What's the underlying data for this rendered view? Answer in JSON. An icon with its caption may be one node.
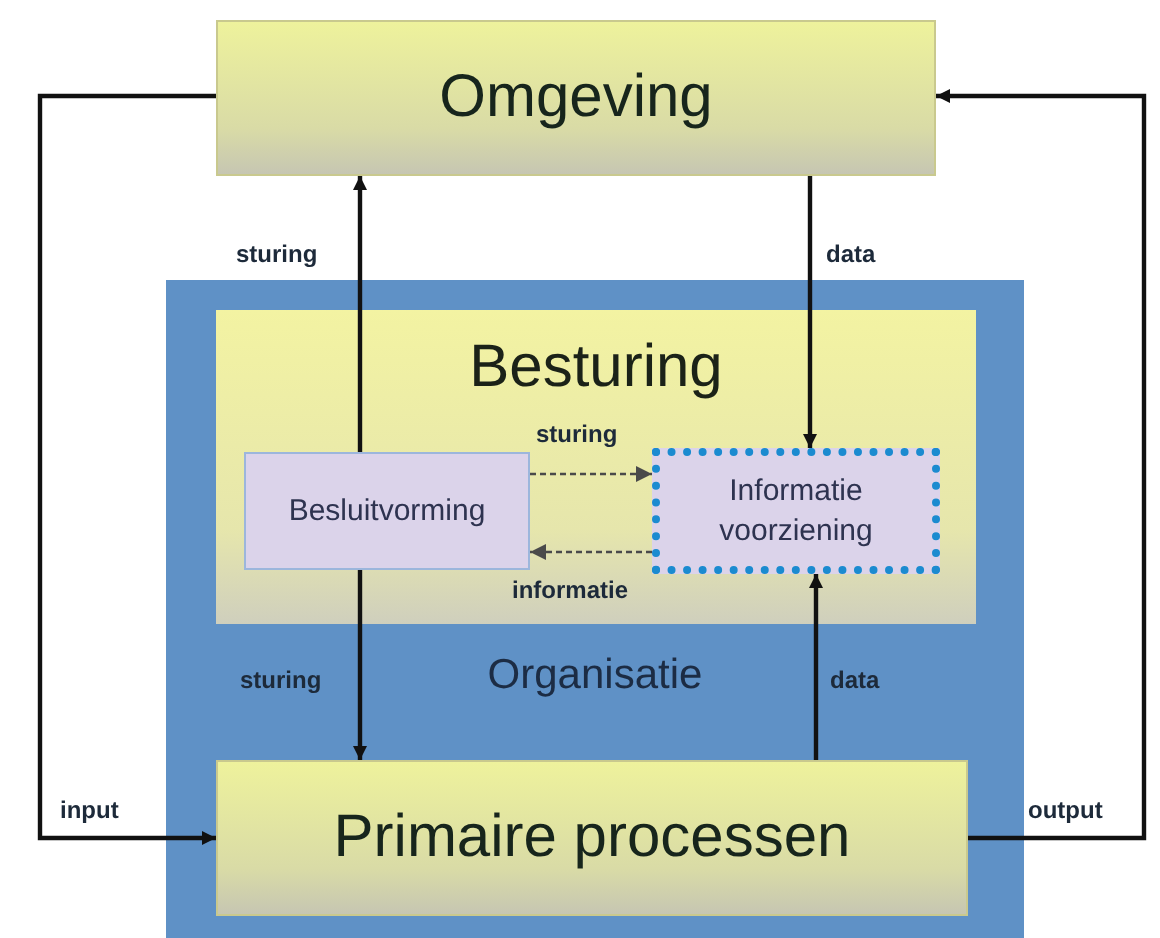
{
  "diagram": {
    "nodes": [
      {
        "text": [
          "Omgeving"
        ]
      },
      {
        "text": [
          "Organisatie"
        ]
      },
      {
        "text": [
          "Besturing"
        ],
        "in": 1
      },
      {
        "text": [
          "Besluitvorming"
        ],
        "in": 2
      },
      {
        "text": [
          "Informatie voorziening"
        ],
        "in": 2
      },
      {
        "text": [
          "Primaire processen"
        ],
        "in": 1
      }
    ],
    "edges": [
      {
        "from": 0,
        "to": 5,
        "arrow": "to",
        "label": "input"
      },
      {
        "from": 5,
        "to": 0,
        "arrow": "to",
        "label": "output"
      },
      {
        "from": 3,
        "to": 0,
        "arrow": "to",
        "label": "sturing"
      },
      {
        "from": 0,
        "to": 4,
        "arrow": "to",
        "label": "data"
      },
      {
        "from": 3,
        "to": 5,
        "arrow": "to",
        "label": "sturing"
      },
      {
        "from": 5,
        "to": 4,
        "arrow": "to",
        "label": "data"
      },
      {
        "from": 3,
        "to": 4,
        "arrow": "to",
        "label": "sturing",
        "style": "dashed"
      },
      {
        "from": 4,
        "to": 3,
        "arrow": "to",
        "label": "informatie",
        "style": "dashed"
      }
    ]
  }
}
